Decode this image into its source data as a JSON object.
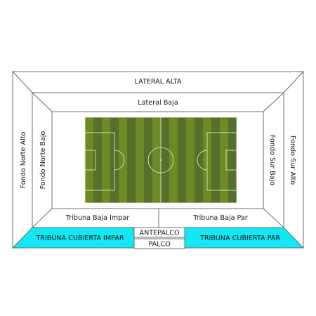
{
  "stadium": {
    "sections": {
      "lateral_alta": "LATERAL ALTA",
      "lateral_baja": "Lateral Baja",
      "fondo_norte_alto": "Fondo Norte Alto",
      "fondo_norte_bajo": "Fondo Norte Bajo",
      "fondo_sur_bajo": "Fondo Sur Bajo",
      "fondo_sur_alto": "Fondo Sur Alto",
      "tribuna_baja_impar": "Tribuna Baja Impar",
      "tribuna_baja_par": "Tribuna Baja Par",
      "antepalco": "ANTEPALCO",
      "palco": "PALCO",
      "tribuna_cubierta_impar": "TRIBUNA CUBIERTA IMPAR",
      "tribuna_cubierta_par": "TRIBUNA CUBIERTA PAR"
    },
    "colors": {
      "highlight": "#13e7f2",
      "section_fill": "#ffffff",
      "section_stroke": "#6f6f6f",
      "pitch_light": "#6e8a22",
      "pitch_dark": "#556f2c",
      "pitch_lines": "#e8f0d8"
    }
  }
}
